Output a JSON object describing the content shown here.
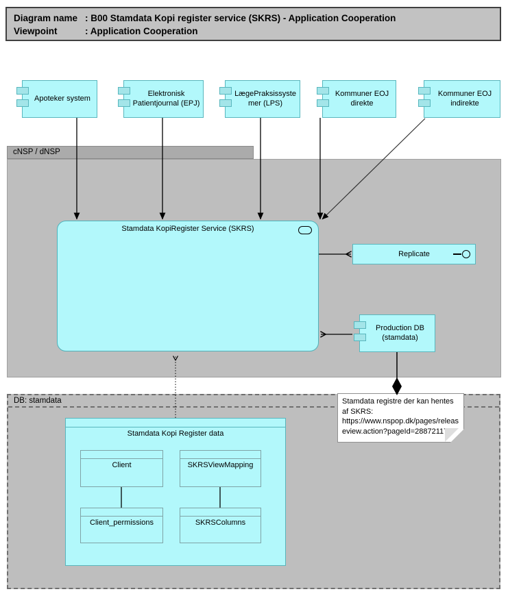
{
  "header": {
    "rows": [
      {
        "label": "Diagram name",
        "value": ": B00 Stamdata Kopi register service (SKRS) - Application Cooperation"
      },
      {
        "label": "Viewpoint",
        "value": ": Application Cooperation"
      }
    ]
  },
  "containers": {
    "cnsp": {
      "label": "cNSP / dNSP"
    },
    "db_stamdata": {
      "label": "DB: stamdata"
    }
  },
  "components": {
    "apoteker": {
      "label": "Apoteker system"
    },
    "epj": {
      "label": "Elektronisk Patientjournal (EPJ)"
    },
    "lps": {
      "label": "LægePraksissystemer (LPS)"
    },
    "eoj_direkte": {
      "label": "Kommuner EOJ direkte"
    },
    "eoj_indirekte": {
      "label": "Kommuner EOJ indirekte"
    },
    "production_db": {
      "label": "Production DB (stamdata)"
    }
  },
  "services": {
    "skrs": {
      "label": "Stamdata KopiRegister Service (SKRS)"
    },
    "replicate": {
      "label": "Replicate"
    }
  },
  "data_objects": {
    "register_data": {
      "label": "Stamdata Kopi Register data"
    },
    "client": {
      "label": "Client"
    },
    "skrs_view_mapping": {
      "label": "SKRSViewMapping"
    },
    "client_permissions": {
      "label": "Client_permissions"
    },
    "skrs_columns": {
      "label": "SKRSColumns"
    }
  },
  "note": {
    "text": "Stamdata registre der kan hentes af SKRS: https://www.nspop.dk/pages/releaseview.action?pageId=28872117"
  },
  "icons": {
    "component": "uml-component-tabs-icon",
    "service": "application-service-oval-icon",
    "interface": "interface-lollipop-icon",
    "composition": "composition-diamond-icon"
  },
  "colors": {
    "element_fill": "#b2f8fb",
    "element_border": "#58b6bd",
    "container_fill": "#bebebe",
    "container_tab": "#ababab",
    "header_fill": "#c2c2c2",
    "note_fill": "#ffffff",
    "line": "#000000"
  }
}
